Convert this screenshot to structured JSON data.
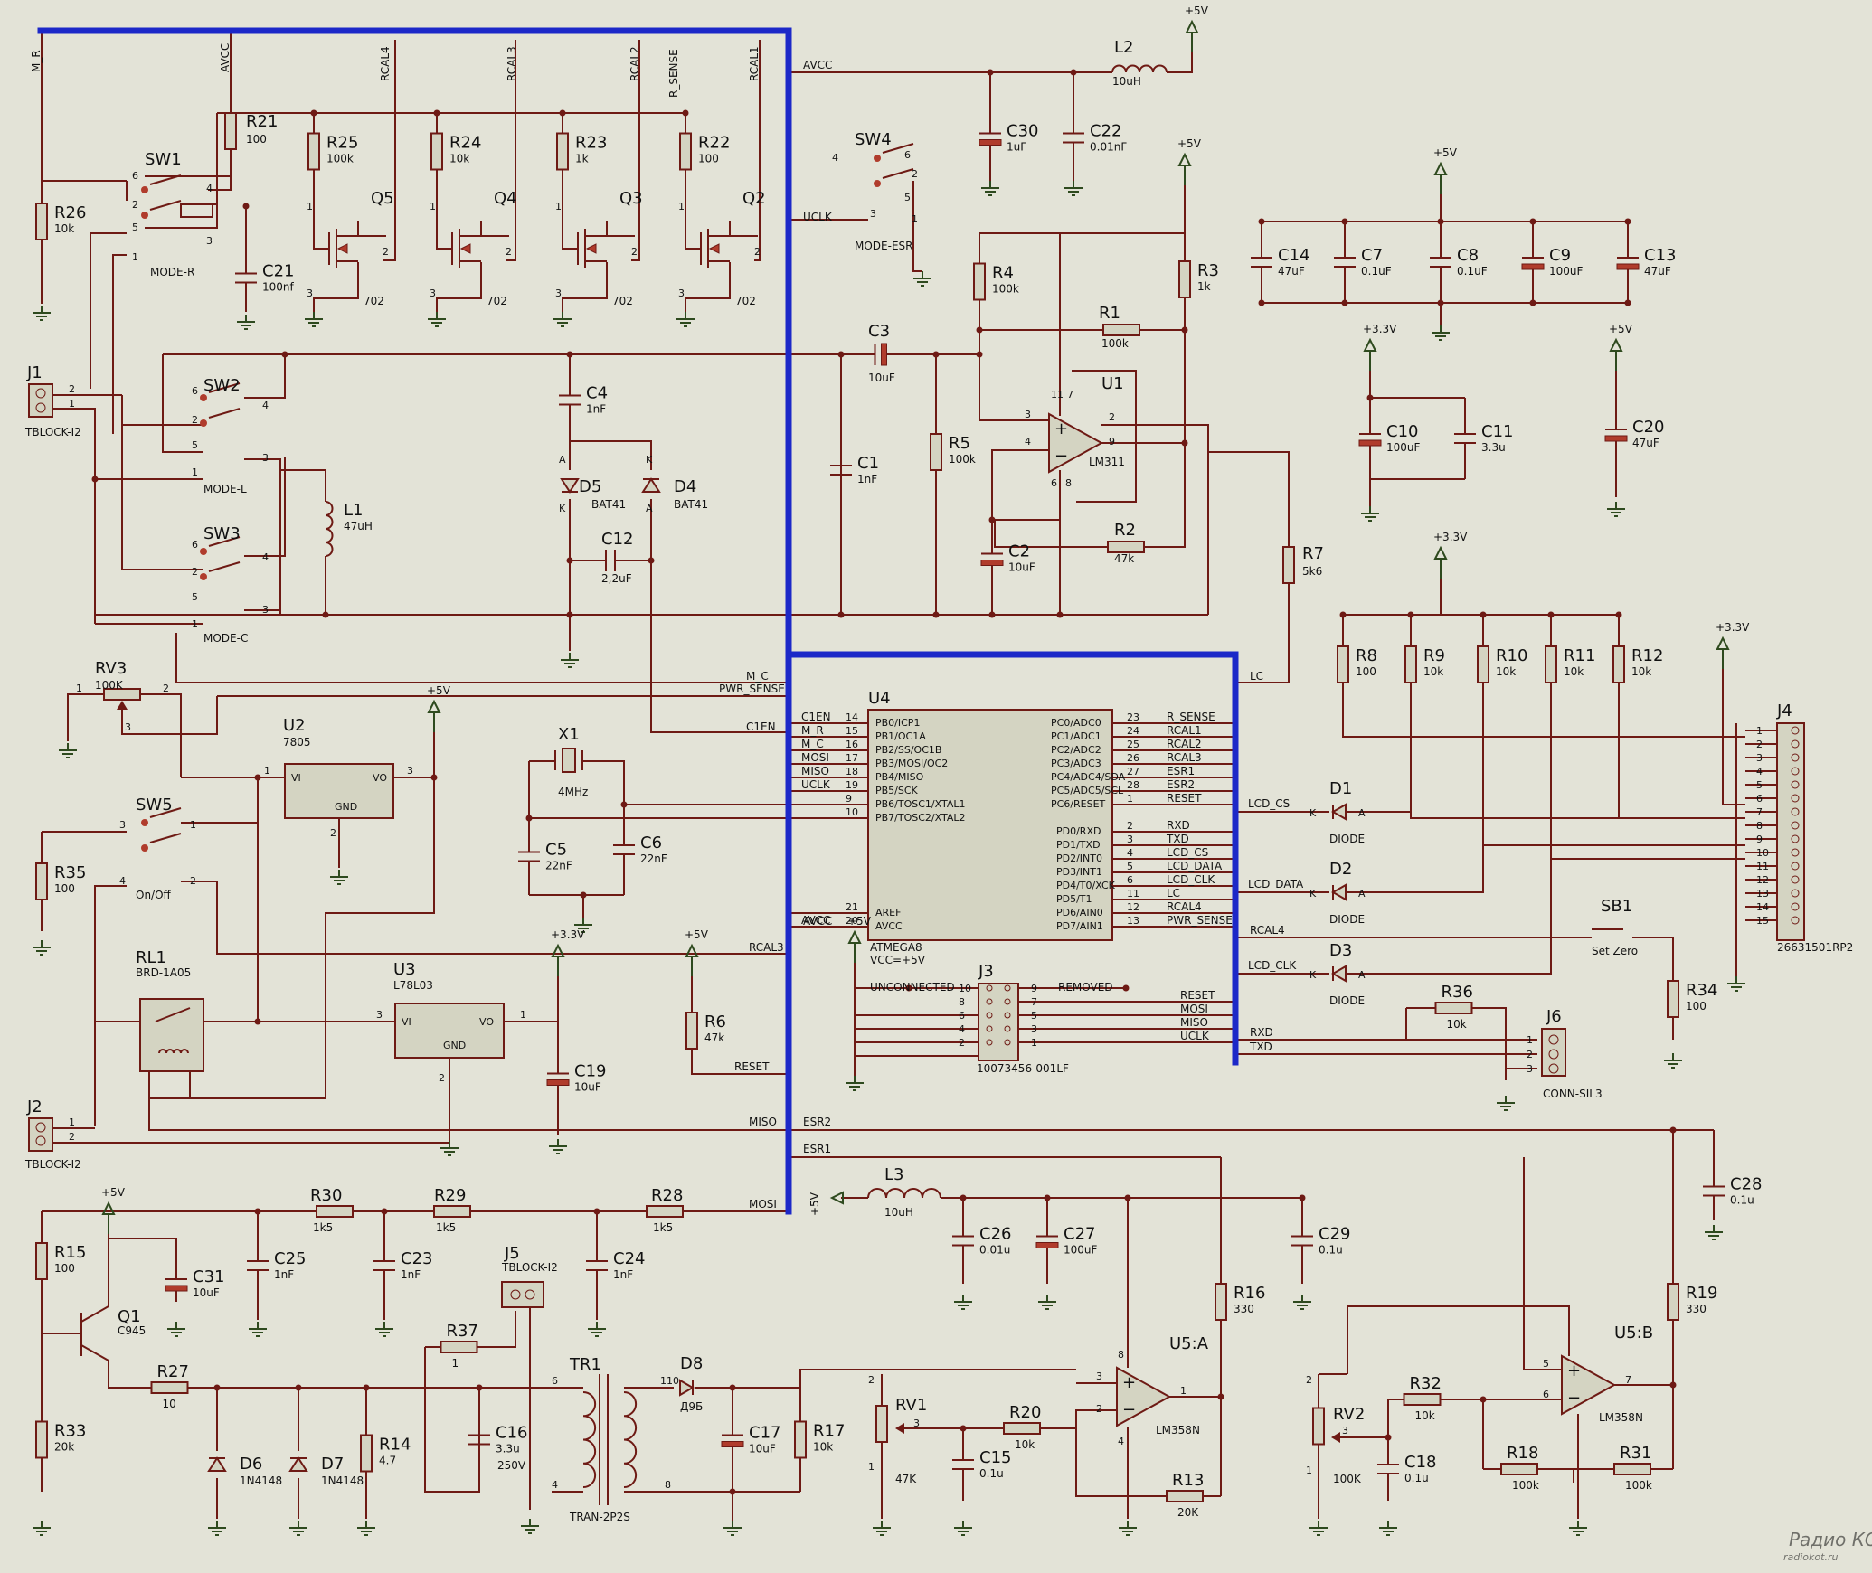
{
  "resistors": [
    {
      "ref": "R21",
      "value": "100"
    },
    {
      "ref": "R25",
      "value": "100k"
    },
    {
      "ref": "R24",
      "value": "10k"
    },
    {
      "ref": "R23",
      "value": "1k"
    },
    {
      "ref": "R22",
      "value": "100"
    },
    {
      "ref": "R26",
      "value": "10k"
    },
    {
      "ref": "R4",
      "value": "100k"
    },
    {
      "ref": "R3",
      "value": "1k"
    },
    {
      "ref": "R1",
      "value": "100k"
    },
    {
      "ref": "R5",
      "value": "100k"
    },
    {
      "ref": "R2",
      "value": "47k"
    },
    {
      "ref": "R7",
      "value": "5k6"
    },
    {
      "ref": "R8",
      "value": "100"
    },
    {
      "ref": "R9",
      "value": "10k"
    },
    {
      "ref": "R10",
      "value": "10k"
    },
    {
      "ref": "R11",
      "value": "10k"
    },
    {
      "ref": "R12",
      "value": "10k"
    },
    {
      "ref": "R35",
      "value": "100"
    },
    {
      "ref": "R6",
      "value": "47k"
    },
    {
      "ref": "R34",
      "value": "100"
    },
    {
      "ref": "R36",
      "value": "10k"
    },
    {
      "ref": "R30",
      "value": "1k5"
    },
    {
      "ref": "R29",
      "value": "1k5"
    },
    {
      "ref": "R28",
      "value": "1k5"
    },
    {
      "ref": "R15",
      "value": "100"
    },
    {
      "ref": "R33",
      "value": "20k"
    },
    {
      "ref": "R27",
      "value": "10"
    },
    {
      "ref": "R14",
      "value": "4.7"
    },
    {
      "ref": "R37",
      "value": "1"
    },
    {
      "ref": "R17",
      "value": "10k"
    },
    {
      "ref": "R20",
      "value": "10k"
    },
    {
      "ref": "R16",
      "value": "330"
    },
    {
      "ref": "R13",
      "value": "20K"
    },
    {
      "ref": "R32",
      "value": "10k"
    },
    {
      "ref": "R18",
      "value": "100k"
    },
    {
      "ref": "R31",
      "value": "100k"
    },
    {
      "ref": "R19",
      "value": "330"
    }
  ],
  "capacitors": [
    {
      "ref": "C21",
      "value": "100nf"
    },
    {
      "ref": "C30",
      "value": "1uF"
    },
    {
      "ref": "C22",
      "value": "0.01nF"
    },
    {
      "ref": "C14",
      "value": "47uF"
    },
    {
      "ref": "C7",
      "value": "0.1uF"
    },
    {
      "ref": "C8",
      "value": "0.1uF"
    },
    {
      "ref": "C9",
      "value": "100uF"
    },
    {
      "ref": "C13",
      "value": "47uF"
    },
    {
      "ref": "C3",
      "value": "10uF"
    },
    {
      "ref": "C4",
      "value": "1nF"
    },
    {
      "ref": "C1",
      "value": "1nF"
    },
    {
      "ref": "C12",
      "value": "2,2uF"
    },
    {
      "ref": "C2",
      "value": "10uF"
    },
    {
      "ref": "C10",
      "value": "100uF"
    },
    {
      "ref": "C11",
      "value": "3.3u"
    },
    {
      "ref": "C20",
      "value": "47uF"
    },
    {
      "ref": "C5",
      "value": "22nF"
    },
    {
      "ref": "C6",
      "value": "22nF"
    },
    {
      "ref": "C19",
      "value": "10uF"
    },
    {
      "ref": "C28",
      "value": "0.1u"
    },
    {
      "ref": "C26",
      "value": "0.01u"
    },
    {
      "ref": "C27",
      "value": "100uF"
    },
    {
      "ref": "C29",
      "value": "0.1u"
    },
    {
      "ref": "C31",
      "value": "10uF"
    },
    {
      "ref": "C25",
      "value": "1nF"
    },
    {
      "ref": "C23",
      "value": "1nF"
    },
    {
      "ref": "C24",
      "value": "1nF"
    },
    {
      "ref": "C16",
      "value": "3.3u"
    },
    {
      "ref": "C16v",
      "value": "250V"
    },
    {
      "ref": "C17",
      "value": "10uF"
    },
    {
      "ref": "C15",
      "value": "0.1u"
    },
    {
      "ref": "C18",
      "value": "0.1u"
    }
  ],
  "transistors": [
    {
      "ref": "Q5",
      "value": "702"
    },
    {
      "ref": "Q4",
      "value": "702"
    },
    {
      "ref": "Q3",
      "value": "702"
    },
    {
      "ref": "Q2",
      "value": "702"
    },
    {
      "ref": "Q1",
      "value": "C945"
    }
  ],
  "switches": [
    {
      "ref": "SW1",
      "label": "MODE-R"
    },
    {
      "ref": "SW2",
      "label": "MODE-L"
    },
    {
      "ref": "SW3",
      "label": "MODE-C"
    },
    {
      "ref": "SW4",
      "label": "MODE-ESR"
    },
    {
      "ref": "SW5",
      "label": "On/Off"
    },
    {
      "ref": "SB1",
      "label": "Set Zero"
    }
  ],
  "inductors": [
    {
      "ref": "L2",
      "value": "10uH"
    },
    {
      "ref": "L1",
      "value": "47uH"
    },
    {
      "ref": "L3",
      "value": "10uH"
    }
  ],
  "diodes": [
    {
      "ref": "D5",
      "value": "BAT41"
    },
    {
      "ref": "D4",
      "value": "BAT41"
    },
    {
      "ref": "D1",
      "value": "DIODE"
    },
    {
      "ref": "D2",
      "value": "DIODE"
    },
    {
      "ref": "D3",
      "value": "DIODE"
    },
    {
      "ref": "D6",
      "value": "1N4148"
    },
    {
      "ref": "D7",
      "value": "1N4148"
    },
    {
      "ref": "D8",
      "value": "Д9Б"
    }
  ],
  "ics": {
    "U1": {
      "ref": "U1",
      "value": "LM311"
    },
    "U2": {
      "ref": "U2",
      "value": "7805",
      "vi": "VI",
      "vo": "VO",
      "gnd": "GND"
    },
    "U3": {
      "ref": "U3",
      "value": "L78L03",
      "vi": "VI",
      "vo": "VO",
      "gnd": "GND"
    },
    "U5A": {
      "ref": "U5:A",
      "value": "LM358N"
    },
    "U5B": {
      "ref": "U5:B",
      "value": "LM358N"
    },
    "U4": {
      "ref": "U4",
      "value": "ATMEGA8",
      "vcc": "VCC=+5V"
    }
  },
  "mcu_left": [
    {
      "net": "C1EN",
      "num": "14",
      "pin": "PB0/ICP1"
    },
    {
      "net": "M_R",
      "num": "15",
      "pin": "PB1/OC1A"
    },
    {
      "net": "M_C",
      "num": "16",
      "pin": "PB2/SS/OC1B"
    },
    {
      "net": "MOSI",
      "num": "17",
      "pin": "PB3/MOSI/OC2"
    },
    {
      "net": "MISO",
      "num": "18",
      "pin": "PB4/MISO"
    },
    {
      "net": "UCLK",
      "num": "19",
      "pin": "PB5/SCK"
    },
    {
      "net": "",
      "num": "9",
      "pin": "PB6/TOSC1/XTAL1"
    },
    {
      "net": "",
      "num": "10",
      "pin": "PB7/TOSC2/XTAL2"
    }
  ],
  "mcu_left_low": [
    {
      "net": "",
      "num": "21",
      "pin": "AREF"
    },
    {
      "net": "AVCC",
      "num": "20",
      "pin": "AVCC"
    }
  ],
  "mcu_right_a": [
    {
      "pin": "PC0/ADC0",
      "num": "23",
      "net": "R_SENSE"
    },
    {
      "pin": "PC1/ADC1",
      "num": "24",
      "net": "RCAL1"
    },
    {
      "pin": "PC2/ADC2",
      "num": "25",
      "net": "RCAL2"
    },
    {
      "pin": "PC3/ADC3",
      "num": "26",
      "net": "RCAL3"
    },
    {
      "pin": "PC4/ADC4/SDA",
      "num": "27",
      "net": "ESR1"
    },
    {
      "pin": "PC5/ADC5/SCL",
      "num": "28",
      "net": "ESR2"
    },
    {
      "pin": "PC6/RESET",
      "num": "1",
      "net": "RESET"
    }
  ],
  "mcu_right_b": [
    {
      "pin": "PD0/RXD",
      "num": "2",
      "net": "RXD"
    },
    {
      "pin": "PD1/TXD",
      "num": "3",
      "net": "TXD"
    },
    {
      "pin": "PD2/INT0",
      "num": "4",
      "net": "LCD_CS"
    },
    {
      "pin": "PD3/INT1",
      "num": "5",
      "net": "LCD_DATA"
    },
    {
      "pin": "PD4/T0/XCK",
      "num": "6",
      "net": "LCD_CLK"
    },
    {
      "pin": "PD5/T1",
      "num": "11",
      "net": "LC"
    },
    {
      "pin": "PD6/AIN0",
      "num": "12",
      "net": "RCAL4"
    },
    {
      "pin": "PD7/AIN1",
      "num": "13",
      "net": "PWR_SENSE"
    }
  ],
  "connectors": {
    "J1": {
      "ref": "J1",
      "value": "TBLOCK-I2"
    },
    "J2": {
      "ref": "J2",
      "value": "TBLOCK-I2"
    },
    "J5": {
      "ref": "J5",
      "value": "TBLOCK-I2"
    },
    "J3": {
      "ref": "J3",
      "value": "10073456-001LF"
    },
    "J4": {
      "ref": "J4",
      "value": "26631501RP2"
    },
    "J6": {
      "ref": "J6",
      "value": "CONN-SIL3"
    },
    "X1": {
      "ref": "X1",
      "value": "4MHz"
    },
    "RL1": {
      "ref": "RL1",
      "value": "BRD-1A05"
    },
    "TR1": {
      "ref": "TR1",
      "value": "TRAN-2P2S"
    },
    "RV1": {
      "ref": "RV1",
      "value": "47K"
    },
    "RV2": {
      "ref": "RV2",
      "value": "100K"
    },
    "RV3": {
      "ref": "RV3",
      "value": "100K"
    }
  },
  "j3_labels": {
    "unconnected": "UNCONNECTED",
    "removed": "REMOVED"
  },
  "j3_nets": [
    "RESET",
    "MOSI",
    "MISO",
    "UCLK"
  ],
  "j4_pins": [
    "1",
    "2",
    "3",
    "4",
    "5",
    "6",
    "7",
    "8",
    "9",
    "10",
    "11",
    "12",
    "13",
    "14",
    "15"
  ],
  "power": {
    "p5": "+5V",
    "p33": "+3.3V"
  },
  "top_nets": [
    "M_R",
    "AVCC",
    "RCAL4",
    "RCAL3",
    "RCAL2",
    "R_SENSE",
    "RCAL1"
  ],
  "mid_nets": {
    "uclk": "UCLK",
    "mc": "M_C",
    "pwr": "PWR_SENSE",
    "c1en": "C1EN",
    "lc": "LC",
    "rcal3": "RCAL3",
    "reset": "RESET",
    "miso": "MISO",
    "esr2": "ESR2",
    "esr1": "ESR1",
    "mosi": "MOSI",
    "avcc": "AVCC",
    "rcal4": "RCAL4",
    "rxd": "RXD",
    "txd": "TXD",
    "lcdcs": "LCD_CS",
    "lcddata": "LCD_DATA",
    "lcdclk": "LCD_CLK"
  },
  "watermark": {
    "line1": "Радио КОТ",
    "line2": "radiokot.ru"
  }
}
